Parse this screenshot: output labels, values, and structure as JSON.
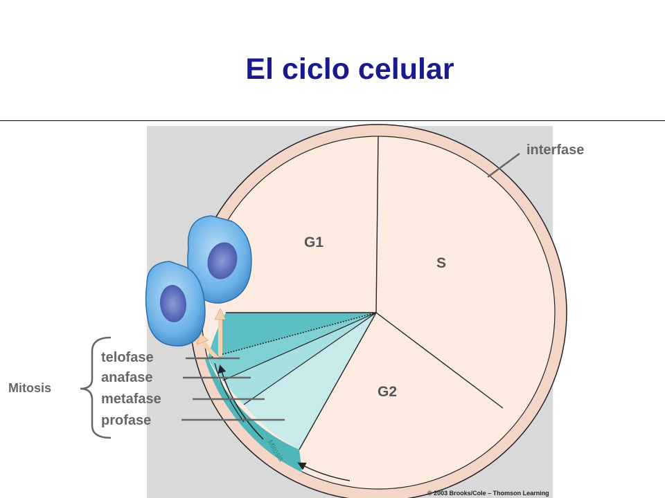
{
  "slide": {
    "title": "El ciclo celular"
  },
  "diagram": {
    "phases": {
      "g1": "G1",
      "s": "S",
      "g2": "G2"
    },
    "ring_label": "interfase",
    "mitosis_label": "Mitosis",
    "mitosis_arc_label": "Mitosis",
    "mitosis_stages": [
      "telofase",
      "anafase",
      "metafase",
      "profase"
    ],
    "credit": "© 2003 Brooks/Cole – Thomson Learning"
  },
  "colors": {
    "title": "#1a1a8c",
    "ring": "#f4d6c9",
    "interphase_fill": "#fcebe0",
    "mitosis_teal": "#5bbfc4",
    "cell_blue": "#6ab2e8"
  }
}
